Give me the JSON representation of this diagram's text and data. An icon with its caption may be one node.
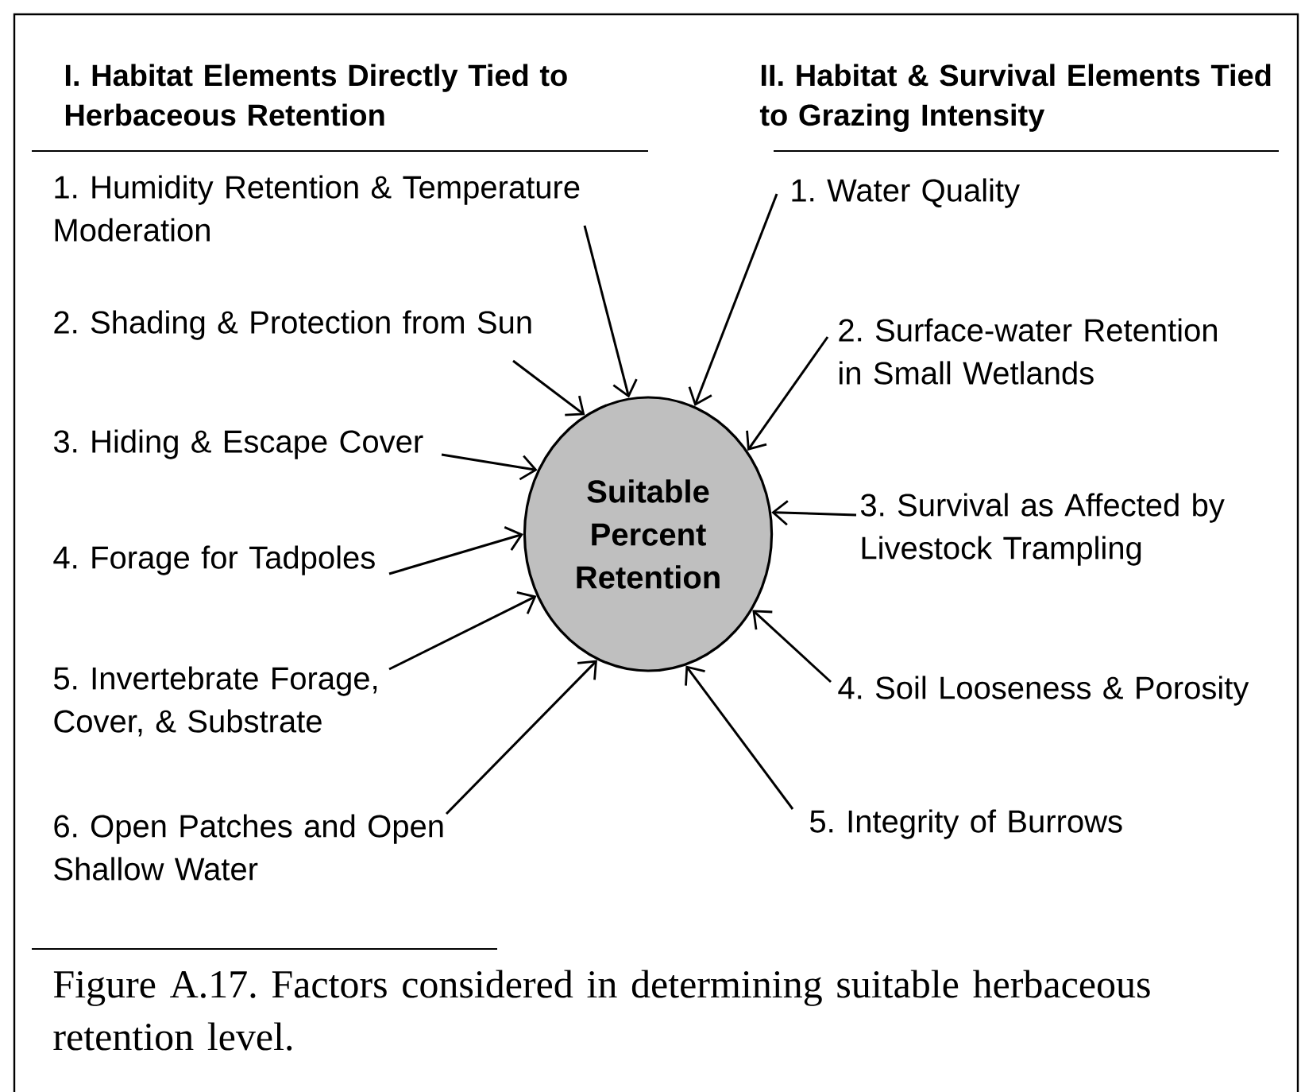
{
  "diagram": {
    "caption": "Figure A.17. Factors considered in determining suitable herbaceous retention level.",
    "nodes": [
      {
        "text": [
          "Suitable Percent Retention"
        ]
      },
      {
        "text": [
          "1. Humidity Retention & Temperature Moderation"
        ]
      },
      {
        "text": [
          "2. Shading & Protection from Sun"
        ]
      },
      {
        "text": [
          "3. Hiding & Escape Cover"
        ]
      },
      {
        "text": [
          "4. Forage for Tadpoles"
        ]
      },
      {
        "text": [
          "5. Invertebrate Forage, Cover, & Substrate"
        ]
      },
      {
        "text": [
          "6. Open Patches and Open Shallow Water"
        ]
      },
      {
        "text": [
          "1. Water Quality"
        ]
      },
      {
        "text": [
          "2. Surface-water Retention in Small Wetlands"
        ]
      },
      {
        "text": [
          "3. Survival as Affected by Livestock Trampling"
        ]
      },
      {
        "text": [
          "4. Soil Looseness & Porosity"
        ]
      },
      {
        "text": [
          "5. Integrity of Burrows"
        ]
      }
    ],
    "edges": [
      {
        "from": 1,
        "to": 0,
        "arrow": "to"
      },
      {
        "from": 2,
        "to": 0,
        "arrow": "to"
      },
      {
        "from": 3,
        "to": 0,
        "arrow": "to"
      },
      {
        "from": 4,
        "to": 0,
        "arrow": "to"
      },
      {
        "from": 5,
        "to": 0,
        "arrow": "to"
      },
      {
        "from": 6,
        "to": 0,
        "arrow": "to"
      },
      {
        "from": 7,
        "to": 0,
        "arrow": "to"
      },
      {
        "from": 8,
        "to": 0,
        "arrow": "to"
      },
      {
        "from": 9,
        "to": 0,
        "arrow": "to"
      },
      {
        "from": 10,
        "to": 0,
        "arrow": "to"
      },
      {
        "from": 11,
        "to": 0,
        "arrow": "to"
      }
    ],
    "labels": [
      "I. Habitat Elements Directly Tied to Herbaceous Retention",
      "II. Habitat & Survival Elements Tied to Grazing Intensity"
    ]
  }
}
